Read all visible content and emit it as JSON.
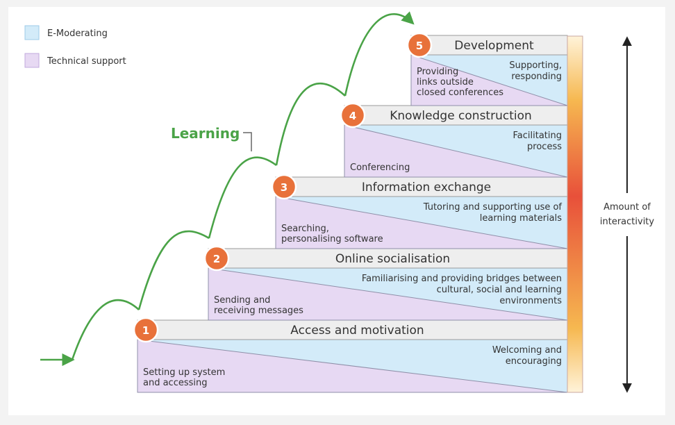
{
  "legend": {
    "emoderating_label": "E-Moderating",
    "technical_label": "Technical support"
  },
  "learning_label": "Learning",
  "interactivity_label": [
    "Amount of",
    "interactivity"
  ],
  "stages": [
    {
      "number": "1",
      "title": "Access and motivation",
      "emoderating": [
        "Welcoming and",
        "encouraging"
      ],
      "technical": [
        "Setting up system",
        "and accessing"
      ]
    },
    {
      "number": "2",
      "title": "Online socialisation",
      "emoderating": [
        "Familiarising and providing bridges between",
        "cultural, social and learning",
        "environments"
      ],
      "technical": [
        "Sending and",
        "receiving messages"
      ]
    },
    {
      "number": "3",
      "title": "Information exchange",
      "emoderating": [
        "Tutoring and supporting use of",
        "learning materials"
      ],
      "technical": [
        "Searching,",
        "personalising software"
      ]
    },
    {
      "number": "4",
      "title": "Knowledge construction",
      "emoderating": [
        "Facilitating",
        "process"
      ],
      "technical": [
        "Conferencing"
      ]
    },
    {
      "number": "5",
      "title": "Development",
      "emoderating": [
        "Supporting,",
        "responding"
      ],
      "technical": [
        "Providing",
        "links outside",
        "closed conferences"
      ]
    }
  ],
  "colors": {
    "emoderating": "#d3ebf9",
    "technical": "#e7d9f3",
    "badge": "#e8713a",
    "arrow": "#4aa347",
    "title_bar": "#eeeeee"
  }
}
